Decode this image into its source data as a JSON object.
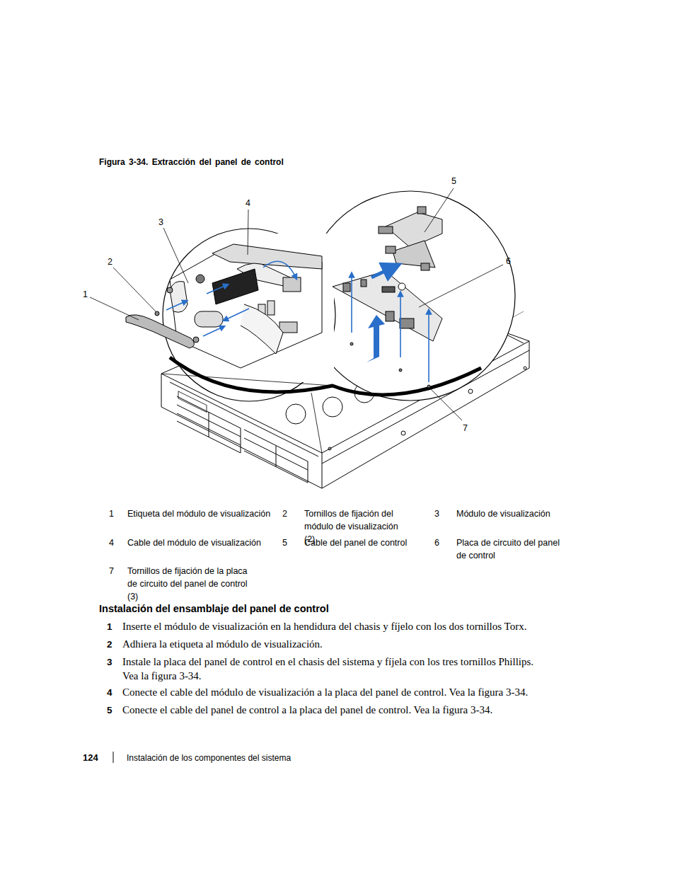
{
  "diagram": {
    "caption": "Figura 3-34. Extracción del panel de control",
    "labels": [
      "5",
      "4",
      "3",
      "2",
      "6",
      "1",
      "7",
      "1",
      "Etiqueta del módulo de visualización",
      "2",
      "Tornillos de fijación del módulo de visualización (2)",
      "3",
      "Módulo de visualización",
      "4",
      "Cable del módulo de visualización",
      "5",
      "Cable del panel de control",
      "6",
      "Placa de circuito del panel de control",
      "7",
      "Tornillos de fijación de la placa de circuito del panel de control (3)",
      "Instalación del ensamblaje del panel de control",
      "1",
      "Inserte el módulo de visualización en la hendidura del chasis y fíjelo con los dos tornillos Torx.",
      "2",
      "Adhiera la etiqueta al módulo de visualización.",
      "3",
      "Instale la placa del panel de control en el chasis del sistema y fíjela con los tres tornillos Phillips. Vea la figura 3-34.",
      "4",
      "Conecte el cable del módulo de visualización a la placa del panel de control. Vea la figura 3-34.",
      "5",
      "Conecte el cable del panel de control a la placa del panel de control. Vea la figura 3-34.",
      "124",
      "Instalación de los componentes del sistema"
    ]
  }
}
